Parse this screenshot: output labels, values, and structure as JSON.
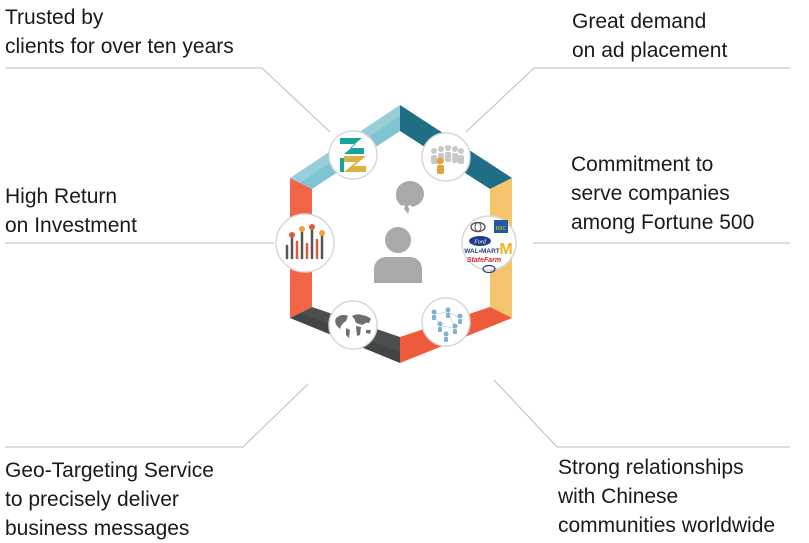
{
  "items": [
    {
      "id": "trusted",
      "lines": [
        "Trusted by",
        "clients for over ten years"
      ],
      "icon": "dna-logo-icon"
    },
    {
      "id": "demand",
      "lines": [
        "Great demand",
        "on ad placement"
      ],
      "icon": "audience-icon"
    },
    {
      "id": "fortune",
      "lines": [
        "Commitment to",
        "serve companies",
        "among Fortune 500"
      ],
      "icon": "brand-logos-icon"
    },
    {
      "id": "roi",
      "lines": [
        "High Return",
        "on Investment"
      ],
      "icon": "bar-chart-icon"
    },
    {
      "id": "geo",
      "lines": [
        "Geo-Targeting Service",
        "to precisely deliver",
        "business messages"
      ],
      "icon": "world-map-icon"
    },
    {
      "id": "relationships",
      "lines": [
        "Strong relationships",
        "with Chinese",
        "communities worldwide"
      ],
      "icon": "people-network-icon"
    }
  ],
  "brand_logos": {
    "ford": "Ford",
    "rbc": "RBC",
    "walmart": "WAL•MART",
    "statefarm": "StateFarm",
    "mcd": "M"
  },
  "colors": {
    "text": "#1a1a1a",
    "leader_line": "#bdbdbd",
    "hex_light_blue": "#7fc4d1",
    "hex_dark_blue": "#1e6f86",
    "hex_yellow": "#f4c56d",
    "hex_coral": "#f26547",
    "hex_dark_gray": "#4b4f50",
    "hex_orange_red": "#ee5b3a",
    "person": "#a7a9ab"
  }
}
